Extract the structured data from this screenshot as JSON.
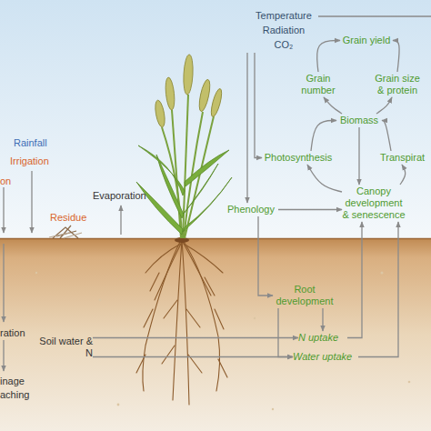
{
  "diagram": {
    "nodes": [
      {
        "text": [
          "Temperature",
          "Radiation",
          "CO₂"
        ]
      },
      {
        "text": [
          "Grain yield"
        ]
      },
      {
        "text": [
          "Grain number"
        ]
      },
      {
        "text": [
          "Grain size & protein"
        ]
      },
      {
        "text": [
          "Biomass"
        ]
      },
      {
        "text": [
          "Photosynthesis"
        ]
      },
      {
        "text": [
          "Transpirat"
        ]
      },
      {
        "text": [
          "Phenology"
        ]
      },
      {
        "text": [
          "Canopy development & senescence"
        ]
      },
      {
        "text": [
          "Root development"
        ]
      },
      {
        "text": [
          "Soil water & N"
        ]
      },
      {
        "text": [
          "N uptake"
        ]
      },
      {
        "text": [
          "Water uptake"
        ]
      }
    ],
    "edges": [
      {
        "from": 0,
        "to": 5,
        "arrow": "to"
      },
      {
        "from": 0,
        "to": 7,
        "arrow": "to"
      },
      {
        "from": 5,
        "to": 4,
        "arrow": "to"
      },
      {
        "from": 4,
        "to": 2,
        "arrow": "to"
      },
      {
        "from": 4,
        "to": 3,
        "arrow": "to"
      },
      {
        "from": 2,
        "to": 1,
        "arrow": "to"
      },
      {
        "from": 3,
        "to": 1,
        "arrow": "to"
      },
      {
        "from": 4,
        "to": 8,
        "arrow": "to"
      },
      {
        "from": 8,
        "to": 5,
        "arrow": "to"
      },
      {
        "from": 8,
        "to": 6,
        "arrow": "to"
      },
      {
        "from": 6,
        "to": 4,
        "arrow": "to"
      },
      {
        "from": 7,
        "to": 8,
        "arrow": "to"
      },
      {
        "from": 7,
        "to": 9,
        "arrow": "to"
      },
      {
        "from": 9,
        "to": 11,
        "arrow": "to"
      },
      {
        "from": 9,
        "to": 12,
        "arrow": "to"
      },
      {
        "from": 10,
        "to": 11,
        "arrow": "to"
      },
      {
        "from": 10,
        "to": 12,
        "arrow": "to"
      },
      {
        "from": 11,
        "to": 8,
        "arrow": "to"
      },
      {
        "from": 12,
        "to": 8,
        "arrow": "to"
      }
    ],
    "labels": [
      "Rainfall",
      "Irrigation",
      "on",
      "Evaporation",
      "Residue",
      "ration",
      "inage",
      "aching"
    ]
  }
}
